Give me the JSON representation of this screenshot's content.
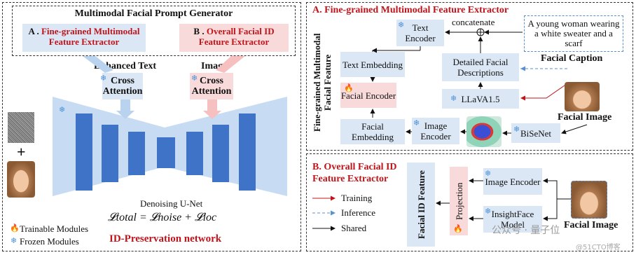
{
  "left": {
    "generator_title": "Multimodal Facial Prompt Generator",
    "box_a": {
      "prefix": "A .",
      "text": "Fine-grained Multimodal Feature Extractor"
    },
    "box_b": {
      "prefix": "B .",
      "text": "Overall Facial ID Feature Extractor"
    },
    "enhanced_text": "Enhanced Text",
    "cross_attention_left": "Cross Attention",
    "image_label": "Image",
    "cross_attention_right": "Cross Attention",
    "unet_label": "Denoising U-Net",
    "loss": "𝓛total = 𝓛noise + 𝓛loc",
    "legend_trainable": "Trainable Modules",
    "legend_frozen": "Frozen Modules",
    "network_title": "ID-Preservation network",
    "plus": "+"
  },
  "panel_a": {
    "title": "A. Fine-grained Multimodal Feature Extractor",
    "side_label": "Fine-grained Multimodal Facial Feature",
    "text_encoder": "Text Encoder",
    "concatenate": "concatenate",
    "caption_text": "A young woman wearing a white sweater and a scarf",
    "facial_caption": "Facial Caption",
    "text_embedding": "Text Embedding",
    "detailed_desc": "Detailed Facial Descriptions",
    "facial_encoder": "Facial Encoder",
    "llava": "LLaVA1.5",
    "facial_image": "Facial Image",
    "facial_embedding": "Facial Embedding",
    "image_encoder": "Image Encoder",
    "bisenet": "BiSeNet"
  },
  "panel_b": {
    "title": "B. Overall Facial ID Feature Extractor",
    "legend_training": "Training",
    "legend_inference": "Inference",
    "legend_shared": "Shared",
    "side_label": "Facial ID Feature",
    "projection": "Projection",
    "image_encoder": "Image Encoder",
    "insightface": "InsightFace Model",
    "facial_image": "Facial Image",
    "watermark": "公众号 · 量子位",
    "watermark2": "@51CTO博客"
  },
  "colors": {
    "accent_red": "#c0141b",
    "blue_box": "#dbe7f5",
    "pink_box": "#f8dada",
    "unet": "#c7dcf2"
  }
}
